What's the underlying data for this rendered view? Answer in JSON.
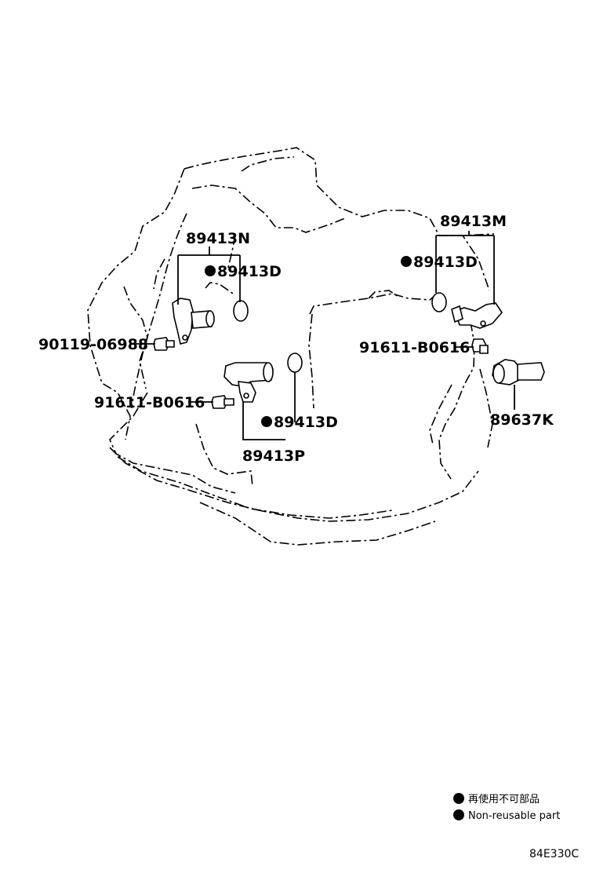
{
  "callouts": {
    "n": "89413N",
    "d_left": "89413D",
    "m": "89413M",
    "d_right": "89413D",
    "bolt_left": "90119-06988",
    "bolt_right": "91611-B0616",
    "bolt_center": "91611-B0616",
    "d_center": "89413D",
    "p": "89413P",
    "k": "89637K"
  },
  "legend": {
    "japanese": "再使用不可部品",
    "english": "Non-reusable part"
  },
  "illustration_code": "84E330C"
}
